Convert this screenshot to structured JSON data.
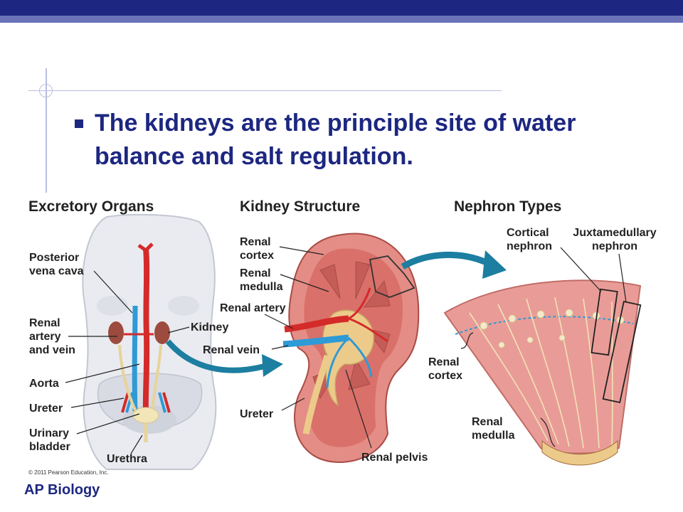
{
  "headline": "The kidneys are the principle site of water balance and salt regulation.",
  "sections": {
    "excretory": "Excretory Organs",
    "kidney": "Kidney Structure",
    "nephron": "Nephron Types"
  },
  "labels": {
    "posterior_vena_cava_1": "Posterior",
    "posterior_vena_cava_2": "vena cava",
    "renal_artery_vein_1": "Renal",
    "renal_artery_vein_2": "artery",
    "renal_artery_vein_3": "and vein",
    "aorta": "Aorta",
    "ureter_left": "Ureter",
    "urinary_bladder_1": "Urinary",
    "urinary_bladder_2": "bladder",
    "urethra": "Urethra",
    "kidney": "Kidney",
    "renal_cortex_1": "Renal",
    "renal_cortex_2": "cortex",
    "renal_medulla_1": "Renal",
    "renal_medulla_2": "medulla",
    "renal_artery": "Renal artery",
    "renal_vein": "Renal vein",
    "ureter_mid": "Ureter",
    "renal_pelvis": "Renal pelvis",
    "cortical_1": "Cortical",
    "cortical_2": "nephron",
    "juxta_1": "Juxtamedullary",
    "juxta_2": "nephron",
    "neph_cortex_1": "Renal",
    "neph_cortex_2": "cortex",
    "neph_medulla_1": "Renal",
    "neph_medulla_2": "medulla"
  },
  "copyright": "© 2011 Pearson Education, Inc.",
  "footer": "AP Biology",
  "colors": {
    "brand": "#1d2781",
    "artery": "#d42a2a",
    "vein": "#2e9ad6",
    "kidney": "#e07e7e",
    "arrow": "#1c7ea0"
  }
}
